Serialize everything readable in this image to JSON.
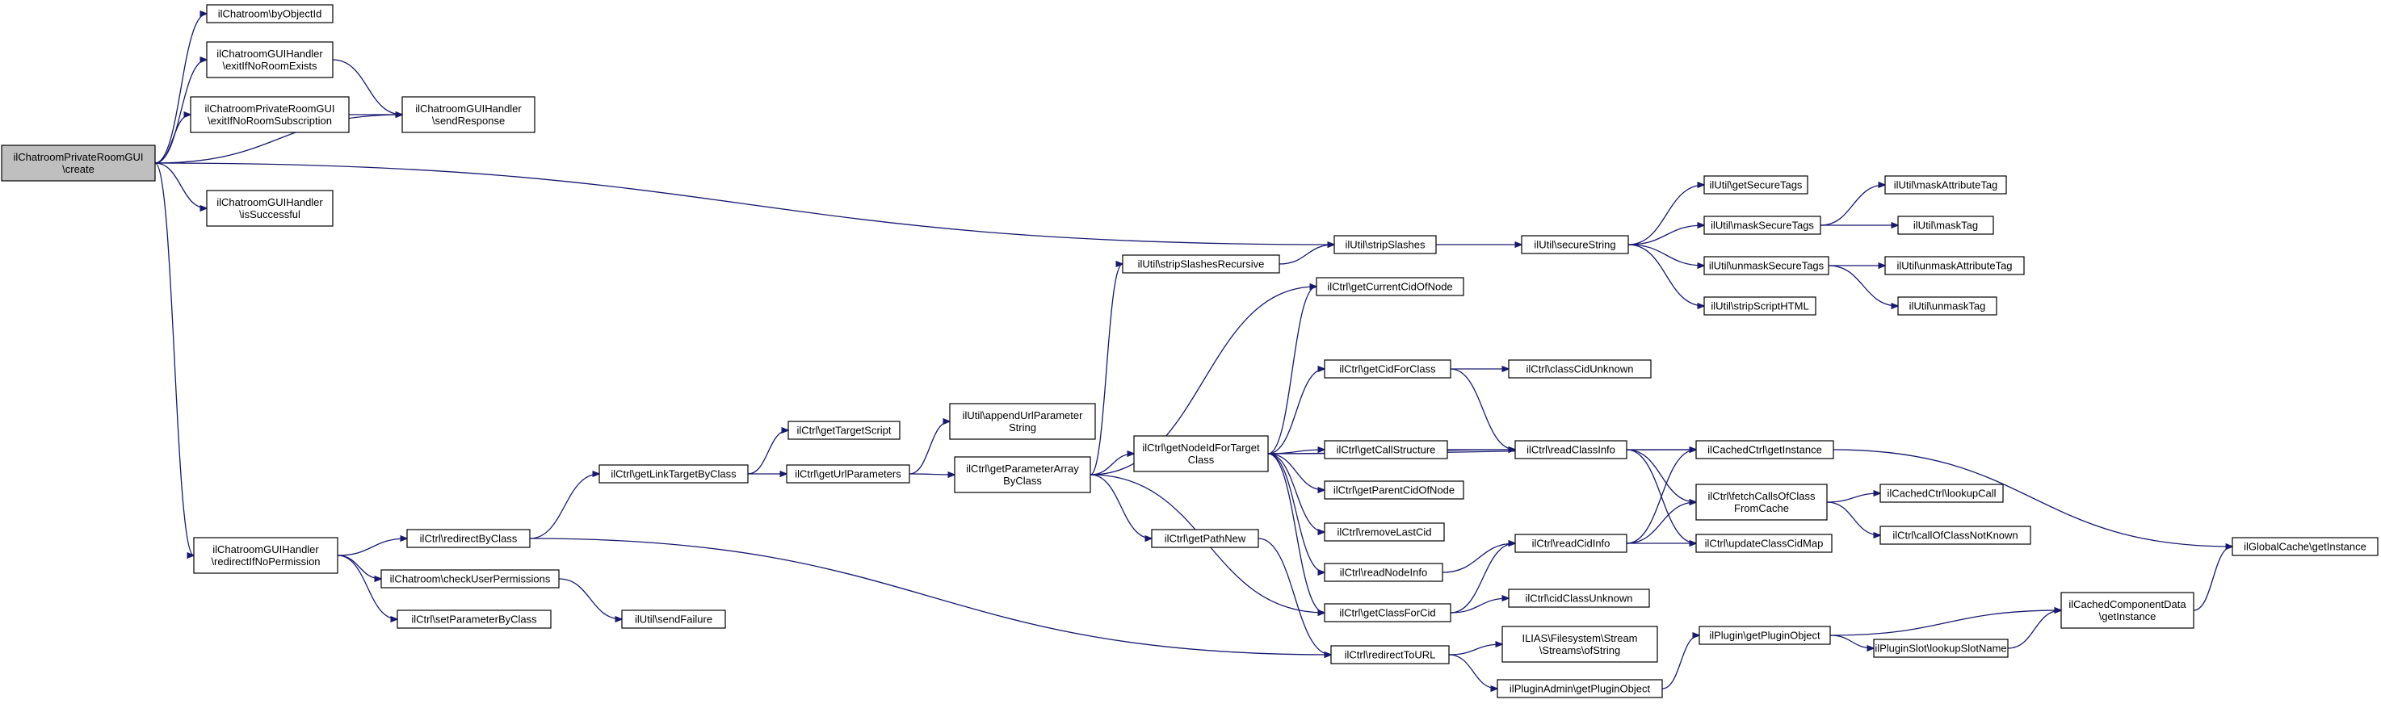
{
  "diagram": {
    "colors": {
      "edge": "#191970",
      "node_border": "#000000",
      "root_fill": "#bfbfbf",
      "node_fill": "#ffffff",
      "truncated_border": "#ff0000"
    },
    "nodes": [
      {
        "id": "n0",
        "lines": [
          "ilChatroomPrivateRoomGUI",
          "\\create"
        ],
        "style": "root"
      },
      {
        "id": "n1",
        "lines": [
          "ilChatroom\\byObjectId"
        ]
      },
      {
        "id": "n2",
        "lines": [
          "ilChatroomGUIHandler",
          "\\exitIfNoRoomExists"
        ]
      },
      {
        "id": "n3",
        "lines": [
          "ilChatroomGUIHandler",
          "\\sendResponse"
        ]
      },
      {
        "id": "n4",
        "lines": [
          "ilChatroomPrivateRoomGUI",
          "\\exitIfNoRoomSubscription"
        ]
      },
      {
        "id": "n5",
        "lines": [
          "ilChatroomGUIHandler",
          "\\isSuccessful"
        ]
      },
      {
        "id": "n6",
        "lines": [
          "ilUtil\\stripSlashes"
        ]
      },
      {
        "id": "n7",
        "lines": [
          "ilChatroomGUIHandler",
          "\\redirectIfNoPermission"
        ]
      },
      {
        "id": "n8",
        "lines": [
          "ilUtil\\secureString"
        ]
      },
      {
        "id": "n9",
        "lines": [
          "ilUtil\\getSecureTags"
        ]
      },
      {
        "id": "n10",
        "lines": [
          "ilUtil\\maskSecureTags"
        ]
      },
      {
        "id": "n11",
        "lines": [
          "ilUtil\\maskAttributeTag"
        ]
      },
      {
        "id": "n12",
        "lines": [
          "ilUtil\\maskTag"
        ]
      },
      {
        "id": "n13",
        "lines": [
          "ilUtil\\unmaskSecureTags"
        ]
      },
      {
        "id": "n14",
        "lines": [
          "ilUtil\\unmaskAttributeTag"
        ],
        "style": "truncated"
      },
      {
        "id": "n15",
        "lines": [
          "ilUtil\\unmaskTag"
        ]
      },
      {
        "id": "n16",
        "lines": [
          "ilUtil\\stripScriptHTML"
        ]
      },
      {
        "id": "n17",
        "lines": [
          "ilCtrl\\redirectByClass"
        ]
      },
      {
        "id": "n18",
        "lines": [
          "ilChatroom\\checkUserPermissions"
        ]
      },
      {
        "id": "n19",
        "lines": [
          "ilCtrl\\setParameterByClass"
        ]
      },
      {
        "id": "n20",
        "lines": [
          "ilCtrl\\getLinkTargetByClass"
        ]
      },
      {
        "id": "n21",
        "lines": [
          "ilCtrl\\redirectToURL"
        ]
      },
      {
        "id": "n22",
        "lines": [
          "ilUtil\\sendFailure"
        ]
      },
      {
        "id": "n23",
        "lines": [
          "ilCtrl\\getTargetScript"
        ]
      },
      {
        "id": "n24",
        "lines": [
          "ilCtrl\\getUrlParameters"
        ]
      },
      {
        "id": "n25",
        "lines": [
          "ilUtil\\appendUrlParameter",
          "String"
        ]
      },
      {
        "id": "n26",
        "lines": [
          "ilCtrl\\getParameterArray",
          "ByClass"
        ]
      },
      {
        "id": "n27",
        "lines": [
          "ilUtil\\stripSlashesRecursive"
        ]
      },
      {
        "id": "n28",
        "lines": [
          "ilCtrl\\getCurrentCidOfNode"
        ]
      },
      {
        "id": "n29",
        "lines": [
          "ilCtrl\\getNodeIdForTarget",
          "Class"
        ]
      },
      {
        "id": "n30",
        "lines": [
          "ilCtrl\\getPathNew"
        ]
      },
      {
        "id": "n31",
        "lines": [
          "ilCtrl\\getClassForCid"
        ]
      },
      {
        "id": "n32",
        "lines": [
          "ilCtrl\\getCidForClass"
        ]
      },
      {
        "id": "n33",
        "lines": [
          "ilCtrl\\getCallStructure"
        ]
      },
      {
        "id": "n34",
        "lines": [
          "ilCtrl\\getParentCidOfNode"
        ]
      },
      {
        "id": "n35",
        "lines": [
          "ilCtrl\\removeLastCid"
        ]
      },
      {
        "id": "n36",
        "lines": [
          "ilCtrl\\readNodeInfo"
        ]
      },
      {
        "id": "n37",
        "lines": [
          "ilCtrl\\classCidUnknown"
        ]
      },
      {
        "id": "n38",
        "lines": [
          "ilCtrl\\readClassInfo"
        ]
      },
      {
        "id": "n39",
        "lines": [
          "ilCtrl\\readCidInfo"
        ]
      },
      {
        "id": "n40",
        "lines": [
          "ilCtrl\\cidClassUnknown"
        ]
      },
      {
        "id": "n41",
        "lines": [
          "ILIAS\\Filesystem\\Stream",
          "\\Streams\\ofString"
        ]
      },
      {
        "id": "n42",
        "lines": [
          "ilPluginAdmin\\getPluginObject"
        ]
      },
      {
        "id": "n43",
        "lines": [
          "ilCachedCtrl\\getInstance"
        ]
      },
      {
        "id": "n44",
        "lines": [
          "ilCtrl\\fetchCallsOfClass",
          "FromCache"
        ]
      },
      {
        "id": "n45",
        "lines": [
          "ilCtrl\\updateClassCidMap"
        ]
      },
      {
        "id": "n46",
        "lines": [
          "ilPlugin\\getPluginObject"
        ]
      },
      {
        "id": "n47",
        "lines": [
          "ilCachedCtrl\\lookupCall"
        ]
      },
      {
        "id": "n48",
        "lines": [
          "ilCtrl\\callOfClassNotKnown"
        ]
      },
      {
        "id": "n49",
        "lines": [
          "ilPluginSlot\\lookupSlotName"
        ]
      },
      {
        "id": "n50",
        "lines": [
          "ilCachedComponentData",
          "\\getInstance"
        ]
      },
      {
        "id": "n51",
        "lines": [
          "ilGlobalCache\\getInstance"
        ]
      }
    ],
    "edges": [
      [
        "n0",
        "n1"
      ],
      [
        "n0",
        "n2"
      ],
      [
        "n0",
        "n3"
      ],
      [
        "n0",
        "n4"
      ],
      [
        "n0",
        "n5"
      ],
      [
        "n0",
        "n6"
      ],
      [
        "n0",
        "n7"
      ],
      [
        "n2",
        "n3"
      ],
      [
        "n4",
        "n3"
      ],
      [
        "n6",
        "n8"
      ],
      [
        "n8",
        "n9"
      ],
      [
        "n8",
        "n10"
      ],
      [
        "n8",
        "n13"
      ],
      [
        "n8",
        "n16"
      ],
      [
        "n10",
        "n11"
      ],
      [
        "n10",
        "n12"
      ],
      [
        "n13",
        "n14"
      ],
      [
        "n13",
        "n15"
      ],
      [
        "n7",
        "n17"
      ],
      [
        "n7",
        "n18"
      ],
      [
        "n7",
        "n19"
      ],
      [
        "n17",
        "n20"
      ],
      [
        "n17",
        "n21"
      ],
      [
        "n18",
        "n22"
      ],
      [
        "n20",
        "n23"
      ],
      [
        "n20",
        "n24"
      ],
      [
        "n24",
        "n25"
      ],
      [
        "n24",
        "n26"
      ],
      [
        "n26",
        "n27"
      ],
      [
        "n26",
        "n28"
      ],
      [
        "n26",
        "n29"
      ],
      [
        "n26",
        "n30"
      ],
      [
        "n26",
        "n31"
      ],
      [
        "n27",
        "n6"
      ],
      [
        "n29",
        "n28"
      ],
      [
        "n29",
        "n32"
      ],
      [
        "n29",
        "n38"
      ],
      [
        "n29",
        "n33"
      ],
      [
        "n29",
        "n34"
      ],
      [
        "n29",
        "n35"
      ],
      [
        "n29",
        "n36"
      ],
      [
        "n29",
        "n31"
      ],
      [
        "n29",
        "n43"
      ],
      [
        "n30",
        "n21"
      ],
      [
        "n32",
        "n37"
      ],
      [
        "n32",
        "n38"
      ],
      [
        "n33",
        "n38"
      ],
      [
        "n36",
        "n39"
      ],
      [
        "n31",
        "n39"
      ],
      [
        "n31",
        "n40"
      ],
      [
        "n38",
        "n43"
      ],
      [
        "n38",
        "n44"
      ],
      [
        "n38",
        "n45"
      ],
      [
        "n39",
        "n43"
      ],
      [
        "n39",
        "n44"
      ],
      [
        "n39",
        "n45"
      ],
      [
        "n21",
        "n41"
      ],
      [
        "n21",
        "n42"
      ],
      [
        "n42",
        "n46"
      ],
      [
        "n46",
        "n49"
      ],
      [
        "n46",
        "n50"
      ],
      [
        "n49",
        "n50"
      ],
      [
        "n50",
        "n51"
      ],
      [
        "n43",
        "n51"
      ],
      [
        "n44",
        "n47"
      ],
      [
        "n44",
        "n48"
      ]
    ]
  }
}
